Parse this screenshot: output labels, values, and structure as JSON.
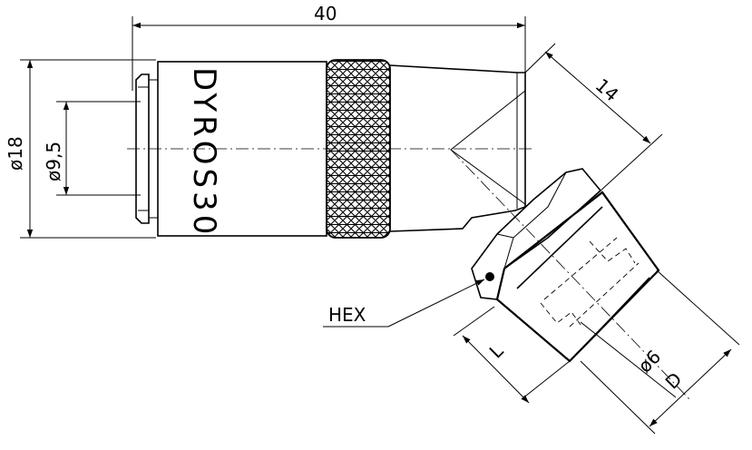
{
  "drawing": {
    "product_label": "DYROS30",
    "dimensions": {
      "overall_length": "40",
      "outer_diameter": "ø18",
      "thread_diameter": "ø9,5",
      "angled_length": "14",
      "bore_diameter": "ø6",
      "thread_length": "L",
      "outlet_diameter": "D"
    },
    "callouts": {
      "hex": "HEX"
    }
  }
}
